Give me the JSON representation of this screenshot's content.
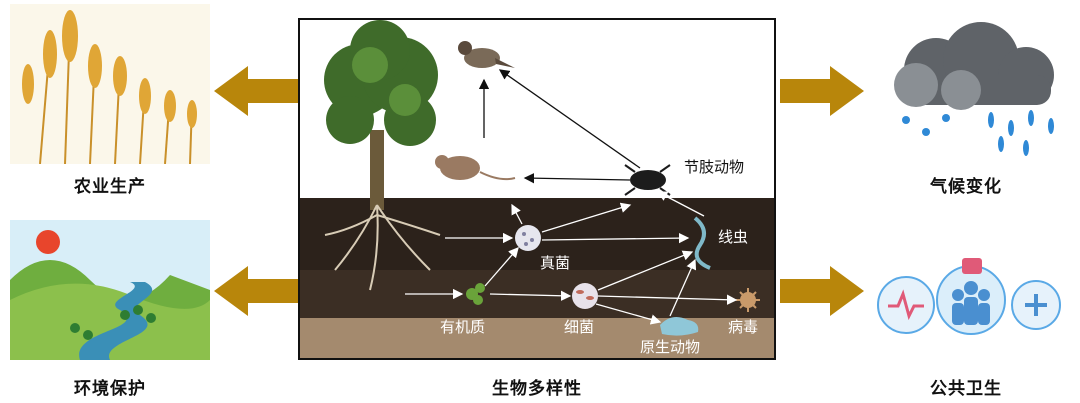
{
  "panels": {
    "agriculture": "农业生产",
    "environment": "环境保护",
    "climate": "气候变化",
    "public_health": "公共卫生"
  },
  "center": {
    "caption": "生物多样性",
    "labels": {
      "arthropod": "节肢动物",
      "fungi": "真菌",
      "nematode": "线虫",
      "organic_matter": "有机质",
      "bacteria": "细菌",
      "virus": "病毒",
      "protozoa": "原生动物"
    }
  },
  "colors": {
    "arrow": "#b8860b",
    "soil_top": "#2c221b",
    "soil_bottom": "#a48a6e"
  }
}
